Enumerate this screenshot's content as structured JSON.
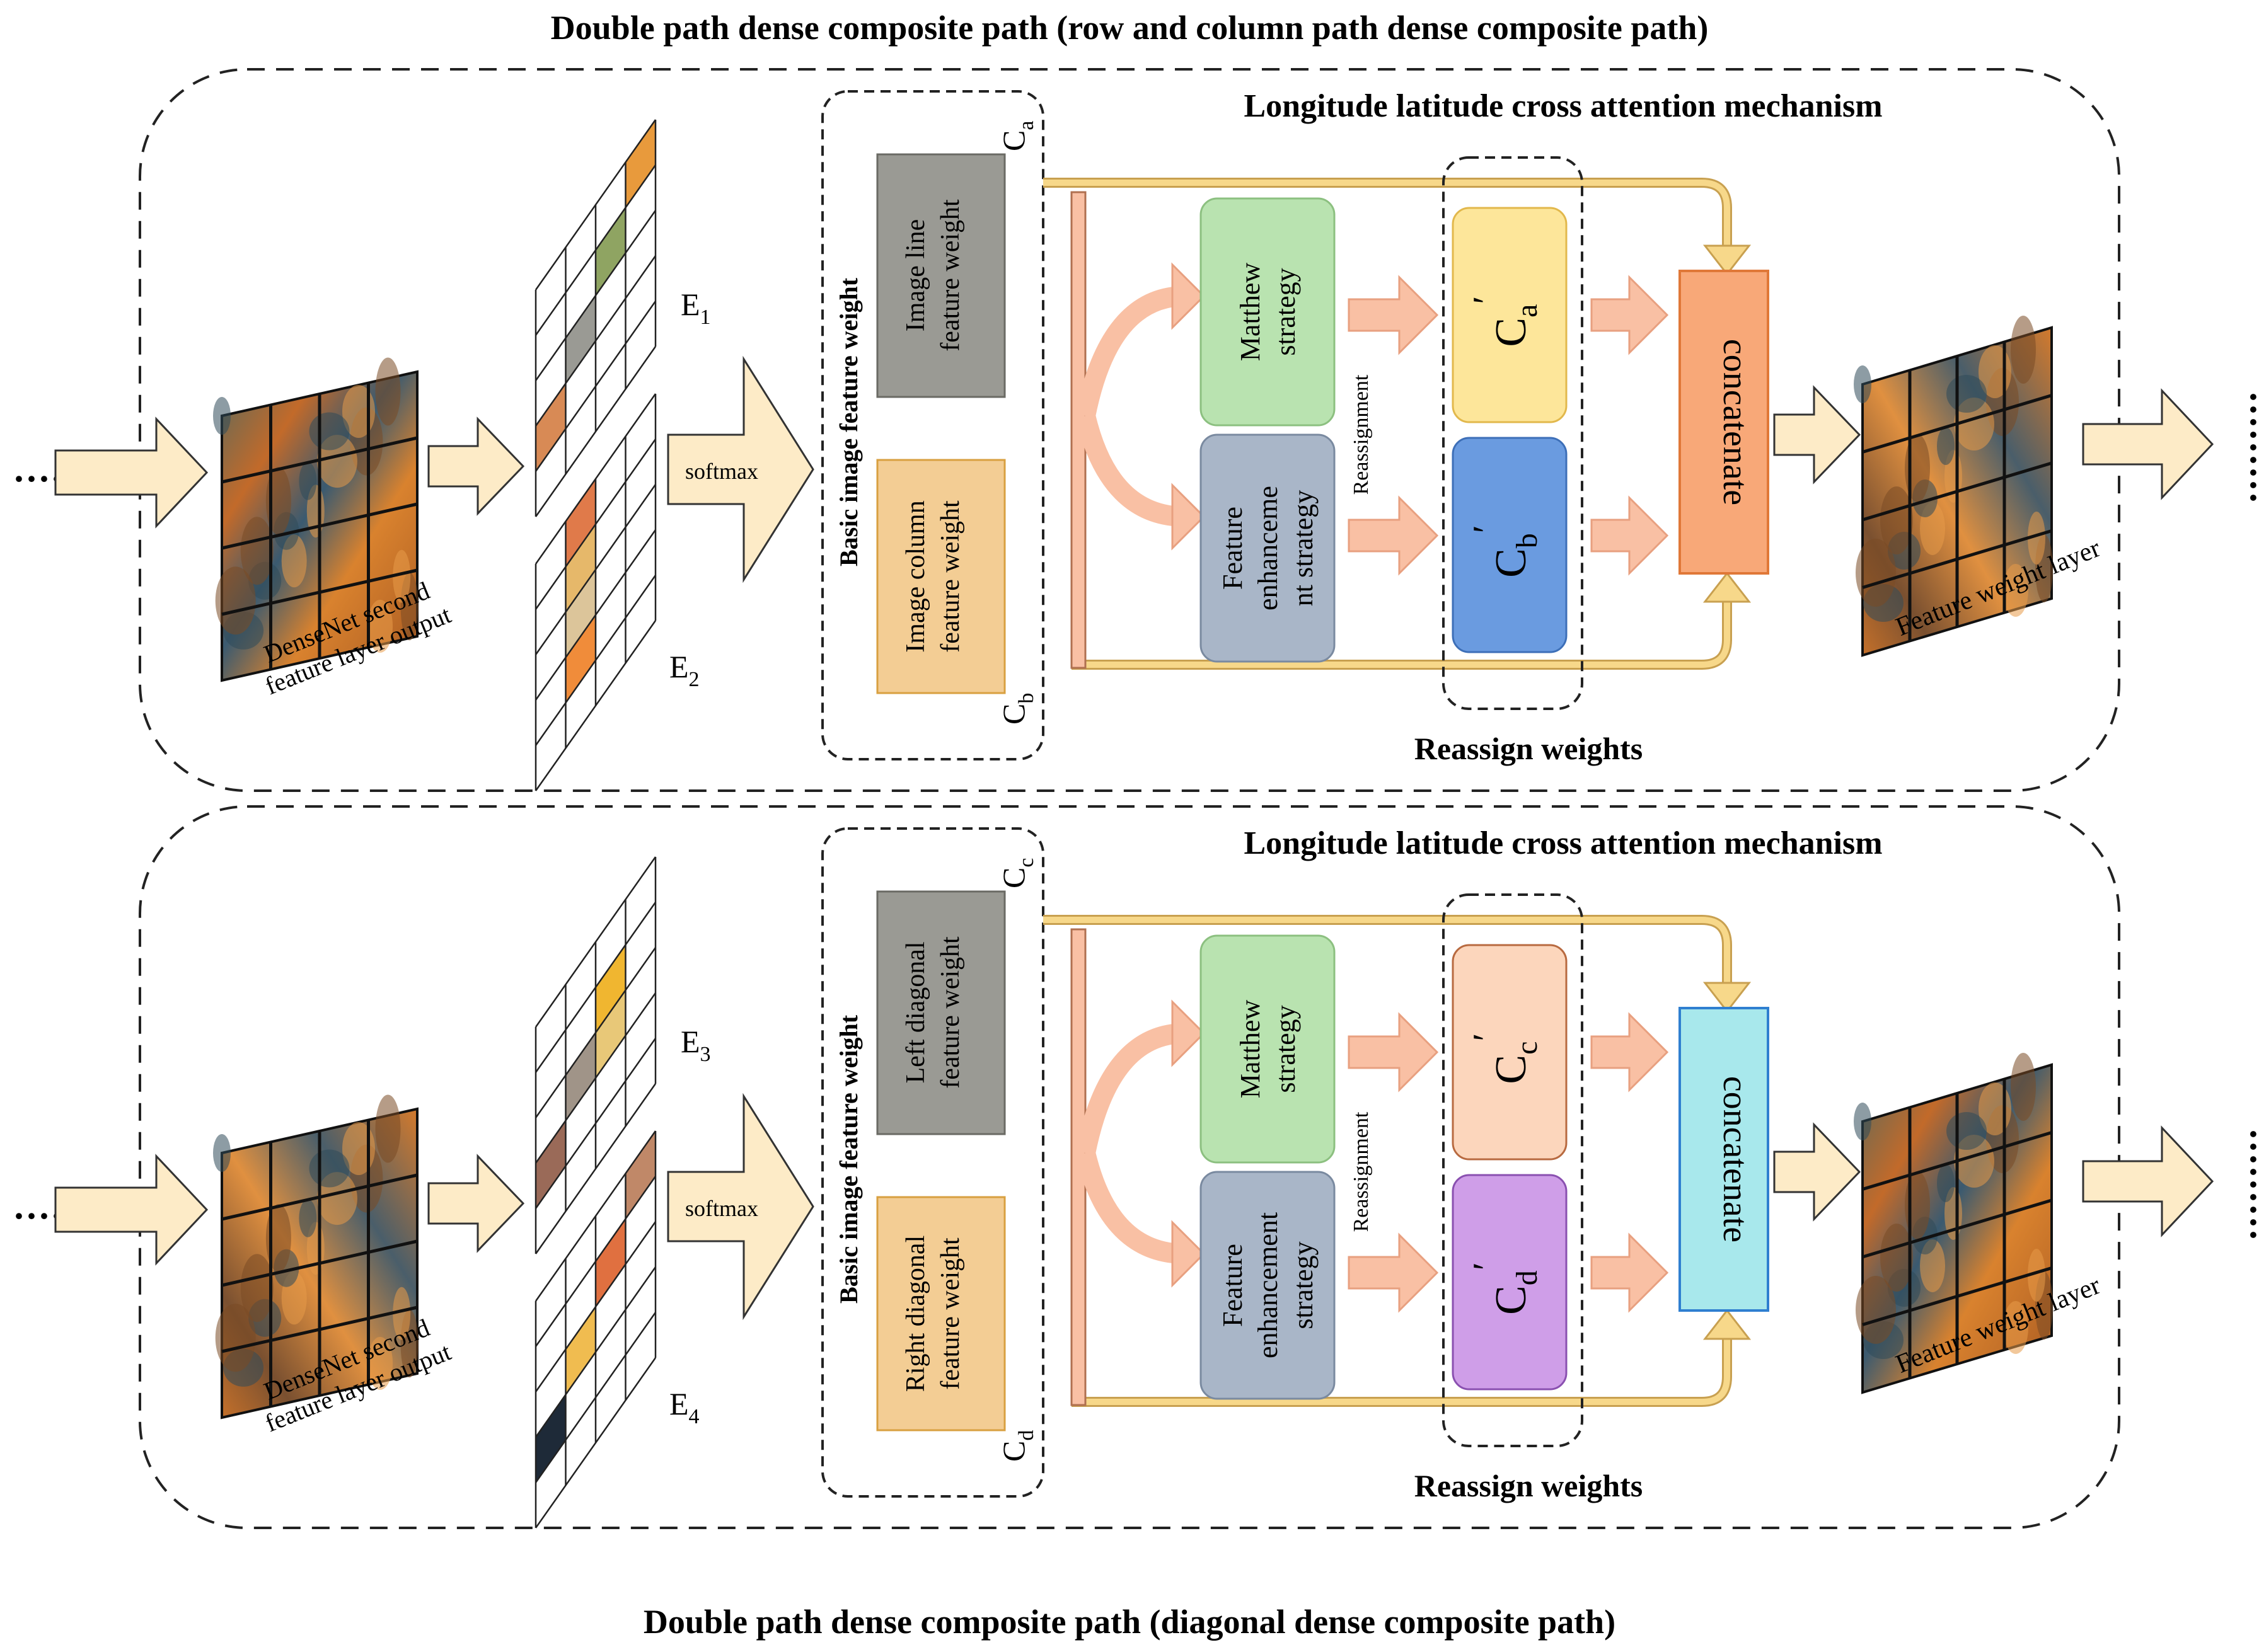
{
  "titles": {
    "top": "Double path dense composite path (row and column path dense composite path)",
    "bottom": "Double path dense composite path (diagonal dense composite path)"
  },
  "panels": [
    {
      "mechanism": "Longitude latitude cross attention mechanism",
      "input_dots": "·········",
      "output_dots": "·········",
      "input_label_line1": "DenseNet second",
      "input_label_line2": "feature layer output",
      "grid1_label": {
        "main": "E",
        "sub": "1"
      },
      "grid2_label": {
        "main": "E",
        "sub": "2"
      },
      "grid1_cells": [
        {
          "r": 0,
          "c": 3,
          "color": "#e89a3c"
        },
        {
          "r": 1,
          "c": 2,
          "color": "#8fa462"
        },
        {
          "r": 2,
          "c": 1,
          "color": "#9a9a94"
        },
        {
          "r": 3,
          "c": 0,
          "color": "#d88a55"
        }
      ],
      "grid2_cells": [
        {
          "r": 0,
          "c": 1,
          "color": "#e07a4a"
        },
        {
          "r": 1,
          "c": 1,
          "color": "#e6b86a"
        },
        {
          "r": 2,
          "c": 1,
          "color": "#dcc59a"
        },
        {
          "r": 3,
          "c": 1,
          "color": "#f08c3a"
        }
      ],
      "softmax": "softmax",
      "basic_label": "Basic image feature weight",
      "c_top": {
        "main": "C",
        "sub": "a"
      },
      "c_bottom": {
        "main": "C",
        "sub": "b"
      },
      "feat_top": [
        "Image line",
        "feature weight"
      ],
      "feat_bottom": [
        "Image column",
        "feature weight"
      ],
      "strategy_top": [
        "Matthew",
        "strategy"
      ],
      "strategy_bottom": [
        "Feature",
        "enhanceme",
        "nt strategy"
      ],
      "reassign_small": "Reassignment",
      "out_top": {
        "main": "C",
        "sub": "a",
        "prime": "′",
        "color": "#fde69a",
        "stroke": "#e2b84c"
      },
      "out_bottom": {
        "main": "C",
        "sub": "b",
        "prime": "′",
        "color": "#6a9be0",
        "stroke": "#3d6fb8"
      },
      "concat": {
        "label": "concatenate",
        "color": "#f8a878",
        "stroke": "#e07838"
      },
      "reassign_weights": "Reassign weights",
      "output_label": "Feature weight layer"
    },
    {
      "mechanism": "Longitude latitude cross attention mechanism",
      "input_dots": "·········",
      "output_dots": "·········",
      "input_label_line1": "DenseNet second",
      "input_label_line2": "feature layer output",
      "grid1_label": {
        "main": "E",
        "sub": "3"
      },
      "grid2_label": {
        "main": "E",
        "sub": "4"
      },
      "grid1_cells": [
        {
          "r": 1,
          "c": 2,
          "color": "#f0b630"
        },
        {
          "r": 2,
          "c": 1,
          "color": "#a09488"
        },
        {
          "r": 3,
          "c": 0,
          "color": "#9a6a58"
        },
        {
          "r": 2,
          "c": 2,
          "color": "#e8c878"
        }
      ],
      "grid2_cells": [
        {
          "r": 0,
          "c": 3,
          "color": "#c08868"
        },
        {
          "r": 1,
          "c": 2,
          "color": "#e07040"
        },
        {
          "r": 2,
          "c": 1,
          "color": "#f0bc50"
        },
        {
          "r": 3,
          "c": 0,
          "color": "#1e2a38"
        }
      ],
      "softmax": "softmax",
      "basic_label": "Basic image feature weight",
      "c_top": {
        "main": "C",
        "sub": "c"
      },
      "c_bottom": {
        "main": "C",
        "sub": "d"
      },
      "feat_top": [
        "Left diagonal",
        "feature weight"
      ],
      "feat_bottom": [
        "Right diagonal",
        "feature weight"
      ],
      "strategy_top": [
        "Matthew",
        "strategy"
      ],
      "strategy_bottom": [
        "Feature",
        "enhancement",
        "strategy"
      ],
      "reassign_small": "Reassignment",
      "out_top": {
        "main": "C",
        "sub": "c",
        "prime": "′",
        "color": "#fcd6bc",
        "stroke": "#b86a40"
      },
      "out_bottom": {
        "main": "C",
        "sub": "d",
        "prime": "′",
        "color": "#cf9ee8",
        "stroke": "#8a50b0"
      },
      "concat": {
        "label": "concatenate",
        "color": "#a8e8ec",
        "stroke": "#2f7fd0"
      },
      "reassign_weights": "Reassign weights",
      "output_label": "Feature weight layer"
    }
  ]
}
